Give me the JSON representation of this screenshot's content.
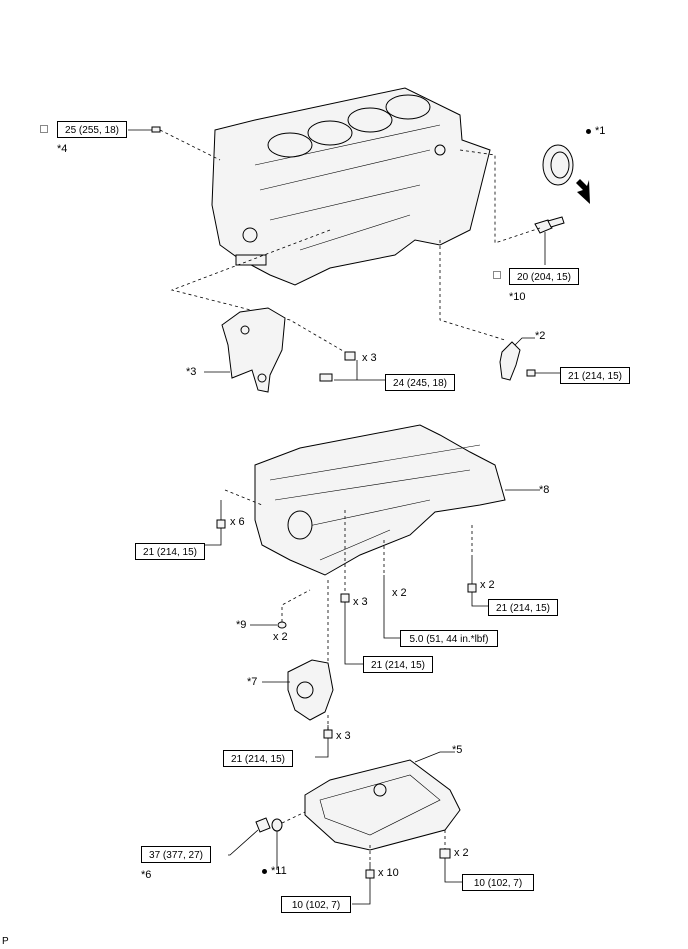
{
  "torques": {
    "t4": "25 (255, 18)",
    "t10": "20 (204, 15)",
    "t3": "24 (245, 18)",
    "t2": "21 (214, 15)",
    "t_left_x6": "21 (214, 15)",
    "t_right_x2": "21 (214, 15)",
    "t_mid_x3": "21 (214, 15)",
    "t_stud_x2": "5.0 (51, 44 in.*lbf)",
    "t7_x3": "21 (214, 15)",
    "t6": "37 (377, 27)",
    "t_pan_x10": "10 (102, 7)",
    "t_pan_x2": "10 (102, 7)"
  },
  "callouts": {
    "c1": "*1",
    "c2": "*2",
    "c3": "*3",
    "c4": "*4",
    "c5": "*5",
    "c6": "*6",
    "c7": "*7",
    "c8": "*8",
    "c9": "*9",
    "c10": "*10",
    "c11": "*11"
  },
  "qty": {
    "q3a": "x 3",
    "q6": "x 6",
    "q2a": "x 2",
    "q3b": "x 3",
    "q2b": "x 2",
    "q2c": "x 2",
    "q3c": "x 3",
    "q2d": "x 2",
    "q10": "x 10"
  },
  "corner_label": "P",
  "icons": [
    "new-part-dot-icon",
    "non-reusable-square-icon",
    "direction-arrow-icon"
  ]
}
